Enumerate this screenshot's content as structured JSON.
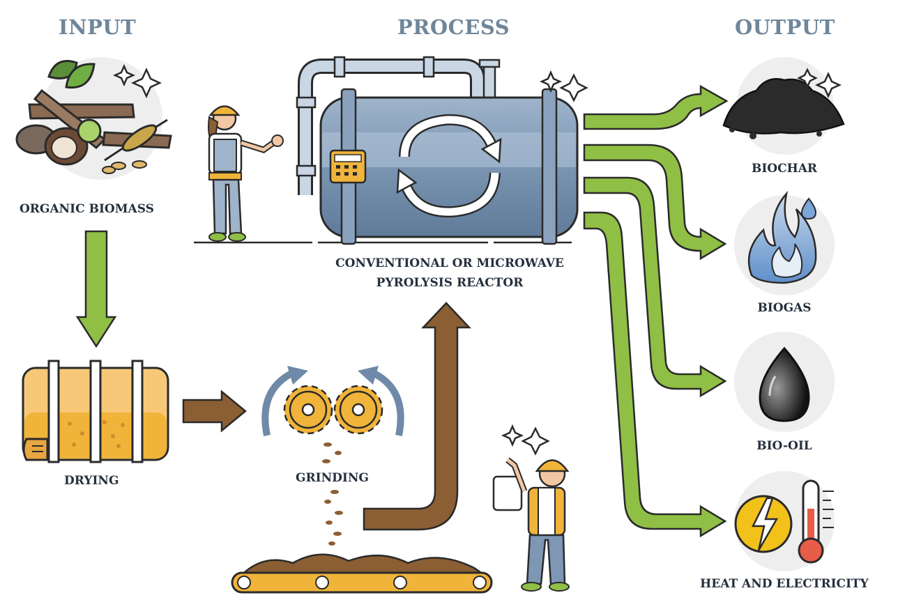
{
  "headings": {
    "input": "INPUT",
    "process": "PROCESS",
    "output": "OUTPUT"
  },
  "input": {
    "biomass_label": "ORGANIC BIOMASS",
    "drying_label": "DRYING",
    "grinding_label": "GRINDING"
  },
  "process": {
    "reactor_line1": "CONVENTIONAL OR MICROWAVE",
    "reactor_line2": "PYROLYSIS REACTOR"
  },
  "outputs": [
    {
      "label": "BIOCHAR",
      "icon": "biochar-icon"
    },
    {
      "label": "BIOGAS",
      "icon": "flame-icon"
    },
    {
      "label": "BIO-OIL",
      "icon": "oil-drop-icon"
    },
    {
      "label": "HEAT AND ELECTRICITY",
      "icon": "lightning-thermometer-icon"
    }
  ],
  "colors": {
    "heading": "#6f869a",
    "text": "#24303d",
    "arrow_green": "#8fbf45",
    "arrow_brown": "#8b5e34",
    "reactor_blue": "#6f8aa8",
    "accent_yellow": "#f0b43a"
  }
}
